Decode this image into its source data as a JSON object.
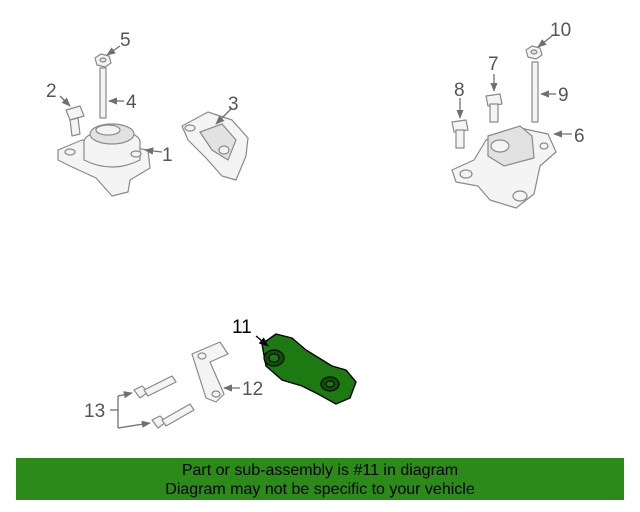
{
  "callouts": {
    "c1": "1",
    "c2": "2",
    "c3": "3",
    "c4": "4",
    "c5": "5",
    "c6": "6",
    "c7": "7",
    "c8": "8",
    "c9": "9",
    "c10": "10",
    "c11": "11",
    "c12": "12",
    "c13": "13"
  },
  "highlight_color": "#2c8a19",
  "banner": {
    "line1": "Part or sub-assembly is #11 in diagram",
    "line2": "Diagram may not be specific to your vehicle"
  }
}
